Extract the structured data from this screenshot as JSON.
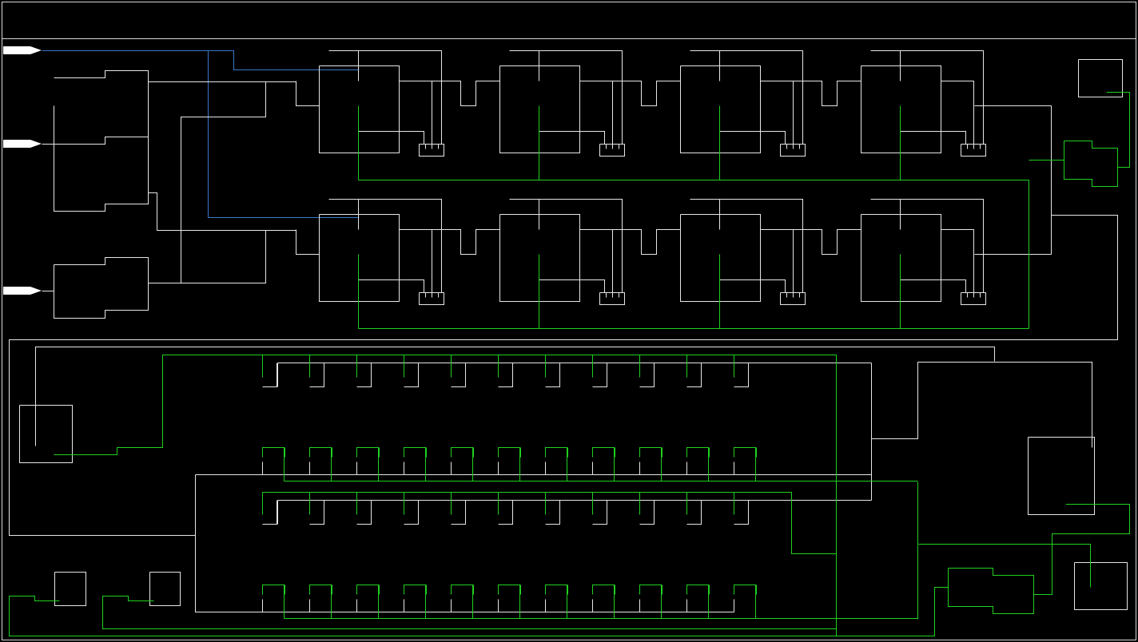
{
  "schematic": {
    "background": "#000000",
    "colors": {
      "wire": "#e6e6e6",
      "net_green": "#1fd11f",
      "net_blue": "#3a78c8",
      "pin": "#ffffff"
    },
    "input_pins": 3,
    "upper_cell_rows": 2,
    "upper_cells_per_row": 4,
    "lower_bit_rows": 4,
    "lower_bits_per_row": 11,
    "title_text": ""
  }
}
